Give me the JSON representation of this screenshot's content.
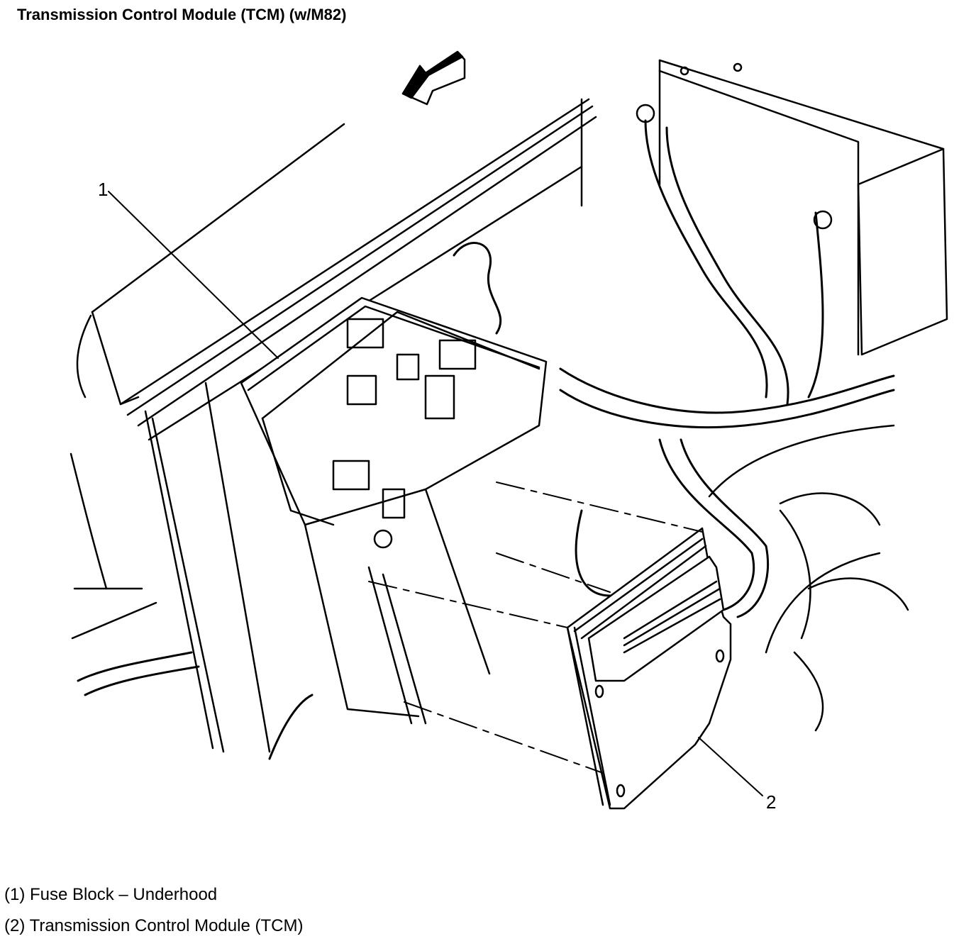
{
  "title": "Transmission Control Module (TCM) (w/M82)",
  "callouts": [
    {
      "number": "1",
      "label": "Fuse Block – Underhood"
    },
    {
      "number": "2",
      "label": "Transmission Control Module (TCM)"
    }
  ],
  "legend": [
    "(1) Fuse Block – Underhood",
    "(2) Transmission Control Module (TCM)"
  ],
  "icons": {
    "direction_arrow": "front-of-vehicle-arrow-icon"
  }
}
